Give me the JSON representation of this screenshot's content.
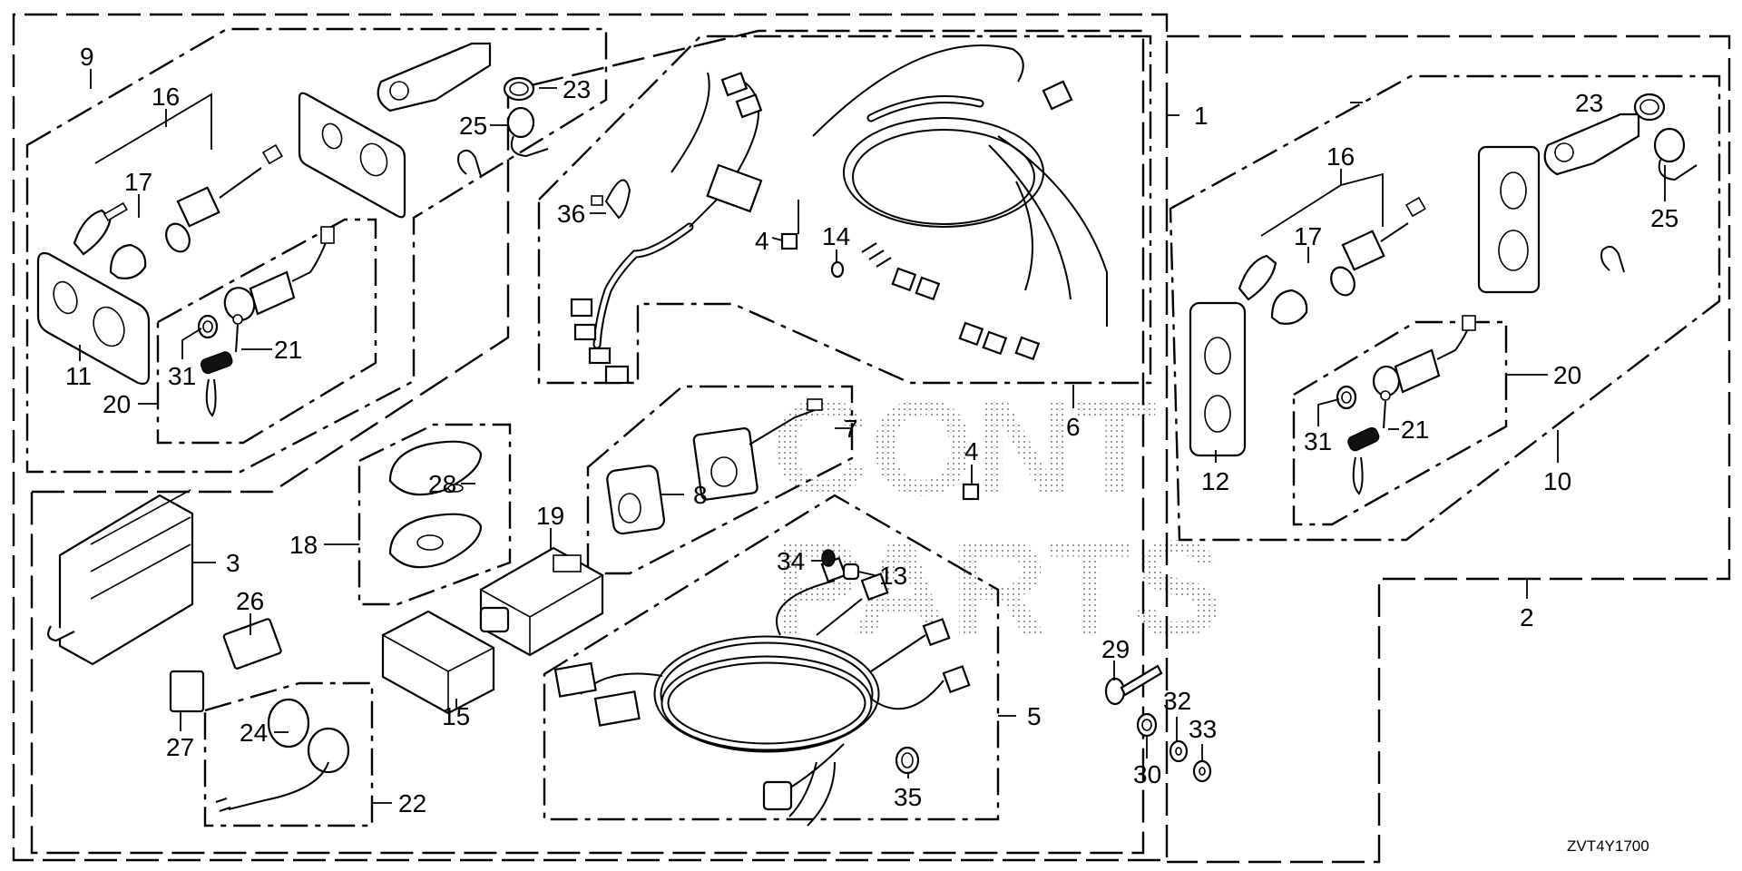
{
  "diagram": {
    "title": "Remote control / switch panel parts exploded view",
    "drawing_code": "ZVT4Y1700",
    "watermark_lines": [
      "CONT",
      "PARTS"
    ],
    "callouts": [
      {
        "id": "c9",
        "label": "9"
      },
      {
        "id": "c16",
        "label": "16"
      },
      {
        "id": "c17",
        "label": "17"
      },
      {
        "id": "c23",
        "label": "23"
      },
      {
        "id": "c25",
        "label": "25"
      },
      {
        "id": "c11",
        "label": "11"
      },
      {
        "id": "c31",
        "label": "31"
      },
      {
        "id": "c21",
        "label": "21"
      },
      {
        "id": "c20",
        "label": "20"
      },
      {
        "id": "c36",
        "label": "36"
      },
      {
        "id": "c4a",
        "label": "4"
      },
      {
        "id": "c14",
        "label": "14"
      },
      {
        "id": "c1",
        "label": "1"
      },
      {
        "id": "c6",
        "label": "6"
      },
      {
        "id": "c7",
        "label": "7"
      },
      {
        "id": "c8",
        "label": "8"
      },
      {
        "id": "c4b",
        "label": "4"
      },
      {
        "id": "c28",
        "label": "28"
      },
      {
        "id": "c18",
        "label": "18"
      },
      {
        "id": "c19",
        "label": "19"
      },
      {
        "id": "c3",
        "label": "3"
      },
      {
        "id": "c26",
        "label": "26"
      },
      {
        "id": "c27",
        "label": "27"
      },
      {
        "id": "c24",
        "label": "24"
      },
      {
        "id": "c22",
        "label": "22"
      },
      {
        "id": "c15",
        "label": "15"
      },
      {
        "id": "c34",
        "label": "34"
      },
      {
        "id": "c13",
        "label": "13"
      },
      {
        "id": "c5",
        "label": "5"
      },
      {
        "id": "c35",
        "label": "35"
      },
      {
        "id": "c29",
        "label": "29"
      },
      {
        "id": "c30",
        "label": "30"
      },
      {
        "id": "c32",
        "label": "32"
      },
      {
        "id": "c33",
        "label": "33"
      },
      {
        "id": "c23r",
        "label": "23"
      },
      {
        "id": "c16r",
        "label": "16"
      },
      {
        "id": "c17r",
        "label": "17"
      },
      {
        "id": "c25r",
        "label": "25"
      },
      {
        "id": "c20r",
        "label": "20"
      },
      {
        "id": "c12",
        "label": "12"
      },
      {
        "id": "c31r",
        "label": "31"
      },
      {
        "id": "c21r",
        "label": "21"
      },
      {
        "id": "c10",
        "label": "10"
      },
      {
        "id": "c2",
        "label": "2"
      }
    ]
  }
}
